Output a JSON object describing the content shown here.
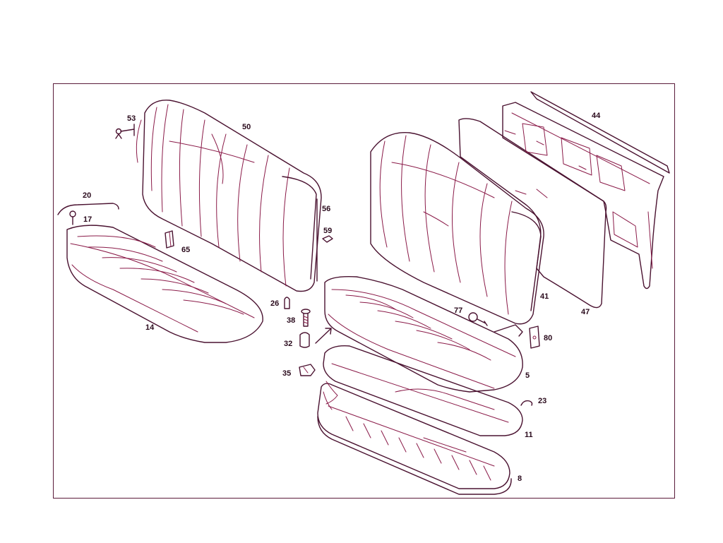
{
  "colors": {
    "frame": "#5a1b3a",
    "line": "#4a1230",
    "accent": "#8a1a48",
    "label": "#2a0a1c"
  },
  "callouts": {
    "c53": "53",
    "c50": "50",
    "c20": "20",
    "c17": "17",
    "c65": "65",
    "c14": "14",
    "c56": "56",
    "c59": "59",
    "c26": "26",
    "c38": "38",
    "c32": "32",
    "c35": "35",
    "c44": "44",
    "c41": "41",
    "c47": "47",
    "c77": "77",
    "c80": "80",
    "c5": "5",
    "c23": "23",
    "c11": "11",
    "c8": "8"
  }
}
